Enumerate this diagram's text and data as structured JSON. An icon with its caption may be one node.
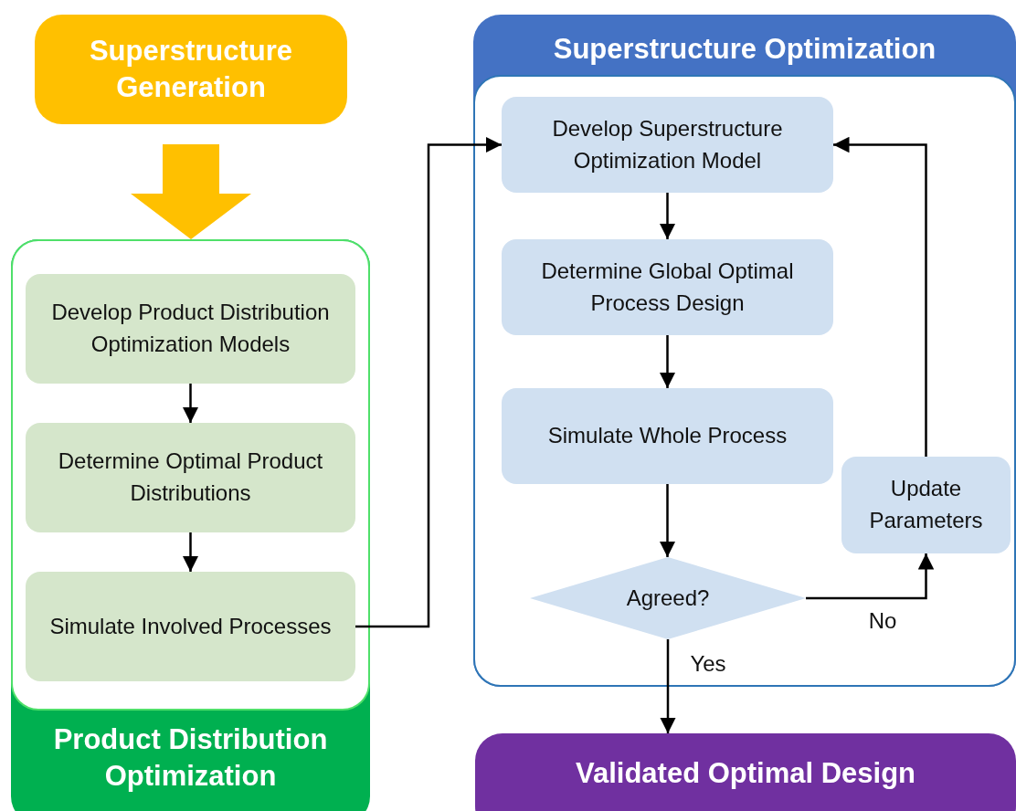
{
  "diagram": {
    "nodes": [
      {
        "text": [
          "Superstructure Generation"
        ]
      },
      {
        "text": [
          "Product Distribution Optimization"
        ]
      },
      {
        "text": [
          "Develop Product Distribution Optimization Models"
        ],
        "in": 1
      },
      {
        "text": [
          "Determine Optimal Product Distributions"
        ],
        "in": 1
      },
      {
        "text": [
          "Simulate Involved Processes"
        ],
        "in": 1
      },
      {
        "text": [
          "Superstructure Optimization"
        ]
      },
      {
        "text": [
          "Develop Superstructure Optimization Model"
        ],
        "in": 5
      },
      {
        "text": [
          "Determine Global Optimal Process Design"
        ],
        "in": 5
      },
      {
        "text": [
          "Simulate Whole Process"
        ],
        "in": 5
      },
      {
        "text": [
          "Agreed?"
        ],
        "in": 5
      },
      {
        "text": [
          "Update Parameters"
        ],
        "in": 5
      },
      {
        "text": [
          "Validated Optimal Design"
        ]
      }
    ],
    "edges": [
      {
        "from": 0,
        "to": 1,
        "arrow": "to",
        "style": "thick",
        "color": "#ffc000"
      },
      {
        "from": 2,
        "to": 3,
        "arrow": "to"
      },
      {
        "from": 3,
        "to": 4,
        "arrow": "to"
      },
      {
        "from": 4,
        "to": 6,
        "arrow": "to"
      },
      {
        "from": 6,
        "to": 7,
        "arrow": "to"
      },
      {
        "from": 7,
        "to": 8,
        "arrow": "to"
      },
      {
        "from": 8,
        "to": 9,
        "arrow": "to"
      },
      {
        "from": 9,
        "to": 10,
        "arrow": "to",
        "label": "No"
      },
      {
        "from": 10,
        "to": 6,
        "arrow": "to"
      },
      {
        "from": 9,
        "to": 11,
        "arrow": "to",
        "label": "Yes"
      }
    ]
  }
}
